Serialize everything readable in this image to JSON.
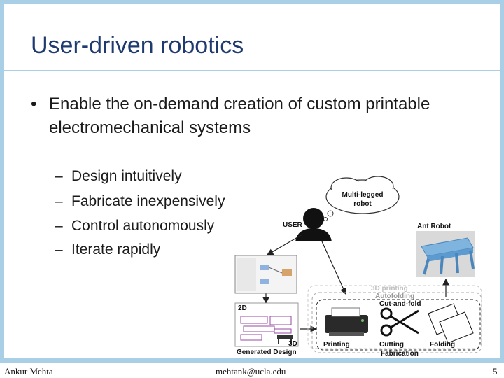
{
  "slide": {
    "title": "User-driven robotics",
    "bullet": "Enable the on-demand creation of custom printable electromechanical systems",
    "bullet_marker": "•",
    "sub_marker": "–",
    "sub_bullets": [
      "Design intuitively",
      "Fabricate inexpensively",
      "Control autonomously",
      "Iterate rapidly"
    ]
  },
  "diagram": {
    "cloud_line1": "Multi-legged",
    "cloud_line2": "robot",
    "user_label": "USER",
    "ant_robot_label": "Ant Robot",
    "label_2d": "2D",
    "label_3d": "3D",
    "generated_design": "Generated Design",
    "print_3d": "3D printing",
    "autofolding": "Autofolding",
    "cut_and_fold": "Cut-and-fold",
    "printing": "Printing",
    "cutting": "Cutting",
    "folding": "Folding",
    "fabrication": "Fabrication"
  },
  "footer": {
    "author": "Ankur Mehta",
    "email": "mehtank@ucla.edu",
    "page_number": "5"
  },
  "colors": {
    "frame": "#a9cfe7",
    "title": "#1f3a6e",
    "robot": "#7fb4df"
  }
}
